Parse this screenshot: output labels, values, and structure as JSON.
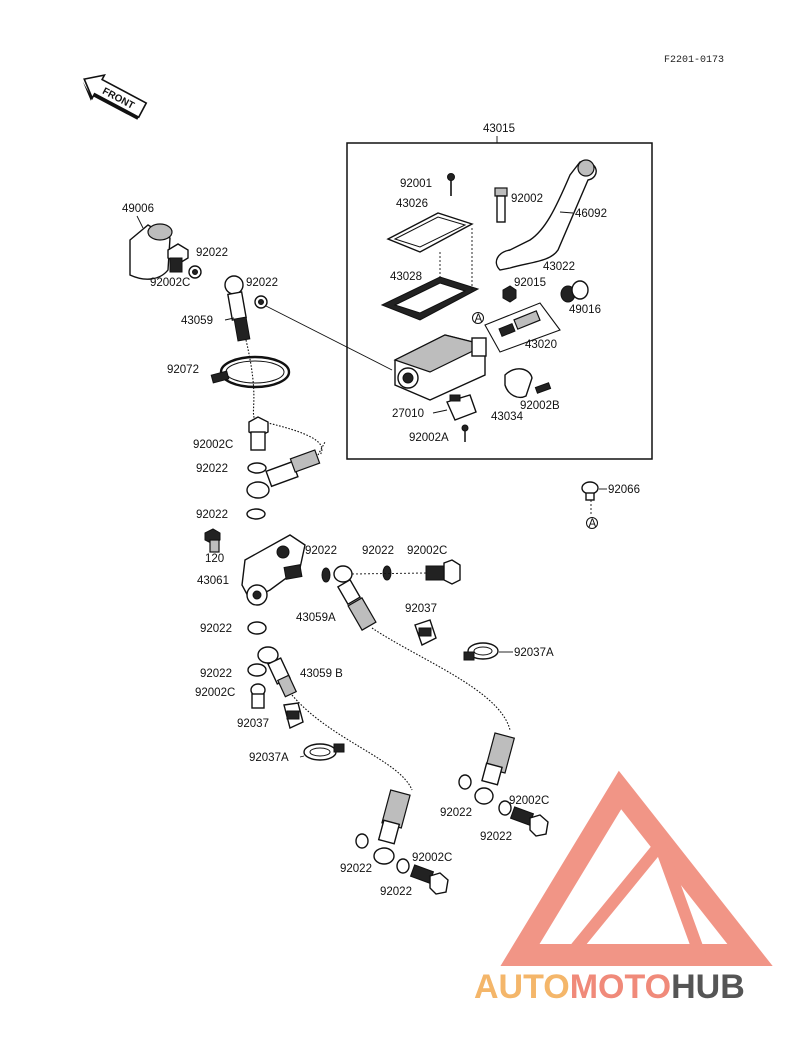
{
  "diagram_code": "F2201-0173",
  "front_label": "FRONT",
  "watermark": {
    "part1": "AUTO",
    "part2": "MOTO",
    "part3": "HUB",
    "color_auto": "#f4b66a",
    "color_moto": "#f08a7a",
    "color_hub": "#555555",
    "logo_color": "#f08a7a"
  },
  "labels": {
    "p43015": "43015",
    "p92001": "92001",
    "p92002": "92002",
    "p46092": "46092",
    "p43026": "43026",
    "p43028": "43028",
    "p43022": "43022",
    "p92015": "92015",
    "p49016": "49016",
    "p43020": "43020",
    "pA1": "A",
    "p27010": "27010",
    "p92002A": "92002A",
    "p43034": "43034",
    "p92002B": "92002B",
    "p49006": "49006",
    "p92022a": "92022",
    "p92002Ca": "92002C",
    "p92022b": "92022",
    "p43059": "43059",
    "p92072": "92072",
    "p92002Cb": "92002C",
    "p92022c": "92022",
    "p92022d": "92022",
    "p92066": "92066",
    "pA2": "A",
    "p120": "120",
    "p92022e": "92022",
    "p92022f": "92022",
    "p92002Cc": "92002C",
    "p43061": "43061",
    "p92037a": "92037",
    "p43059A": "43059A",
    "p92037A1": "92037A",
    "p92022g": "92022",
    "p92022h": "92022",
    "p43059B": "43059 B",
    "p92002Cd": "92002C",
    "p92037b": "92037",
    "p92037A2": "92037A",
    "p92022i": "92022",
    "p92002Ce": "92002C",
    "p92022j": "92022",
    "p92022k": "92022",
    "p92002Cf": "92002C",
    "p92022l": "92022"
  }
}
